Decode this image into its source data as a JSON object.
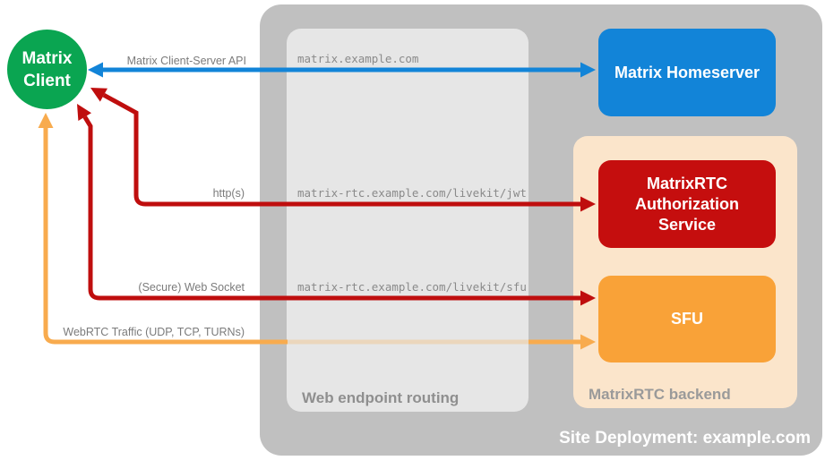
{
  "diagram": {
    "deployment": {
      "title": "Site Deployment: example.com"
    },
    "client": {
      "label": "Matrix Client"
    },
    "nodes": {
      "homeserver": {
        "label": "Matrix Homeserver"
      },
      "auth_service": {
        "label": "MatrixRTC Authorization Service"
      },
      "sfu": {
        "label": "SFU"
      }
    },
    "routing": {
      "title": "Web endpoint routing",
      "endpoints": {
        "homeserver": "matrix.example.com",
        "jwt": "matrix-rtc.example.com/livekit/jwt",
        "sfu": "matrix-rtc.example.com/livekit/sfu"
      }
    },
    "backend": {
      "title": "MatrixRTC backend"
    },
    "arrows": {
      "client_server_api": {
        "label": "Matrix Client-Server API"
      },
      "https": {
        "label": "http(s)"
      },
      "websocket": {
        "label": "(Secure) Web Socket"
      },
      "webrtc": {
        "label": "WebRTC Traffic (UDP, TCP, TURNs)"
      }
    },
    "colors": {
      "client_green": "#0aa551",
      "homeserver_blue": "#1284d8",
      "auth_red": "#c50e0e",
      "red_line": "#bf0e0e",
      "sfu_orange": "#f9a238",
      "orange_line": "#f8ab4e",
      "backend_peach": "#fbe5cb",
      "container_gray": "#c0c0c0",
      "routing_gray": "#e6e6e6"
    }
  }
}
